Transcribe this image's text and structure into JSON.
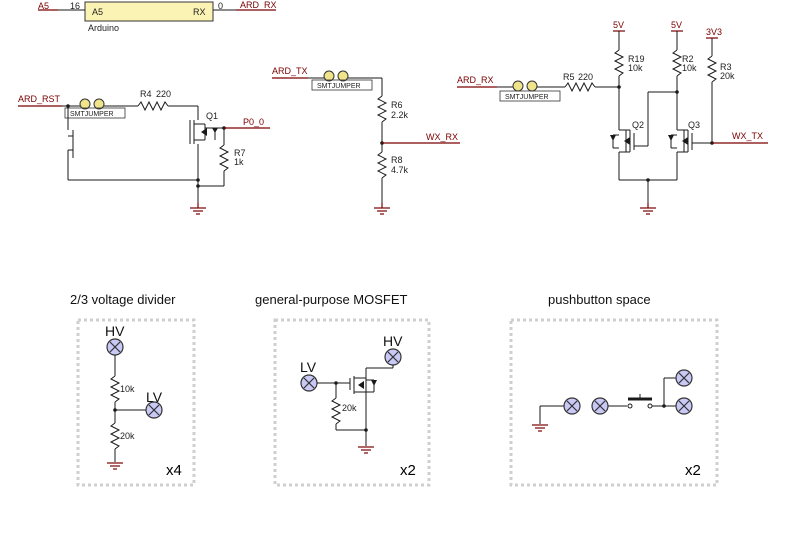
{
  "arduino": {
    "net_left": "A5",
    "pin_left": "16",
    "pin_label_left": "A5",
    "pin_label_right": "RX",
    "pin_right": "0",
    "net_right": "ARD_RX",
    "name": "Arduino"
  },
  "reset_circuit": {
    "net_in": "ARD_RST",
    "jumper": "SMTJUMPER",
    "resistor": "R4",
    "resistor_value": "220",
    "transistor": "Q1",
    "net_out": "P0_0",
    "pulldown": "R7",
    "pulldown_value": "1k"
  },
  "divider_circuit": {
    "net_in": "ARD_TX",
    "jumper": "SMTJUMPER",
    "r_top": "R6",
    "r_top_value": "2.2k",
    "net_out": "WX_RX",
    "r_bottom": "R8",
    "r_bottom_value": "4.7k"
  },
  "level_shifter": {
    "net_in": "ARD_RX",
    "jumper": "SMTJUMPER",
    "r_series": "R5",
    "r_series_value": "220",
    "supply1": "5V",
    "r19": "R19",
    "r19_value": "10k",
    "supply2": "5V",
    "r2": "R2",
    "r2_value": "10k",
    "supply3": "3V3",
    "r3": "R3",
    "r3_value": "20k",
    "q2": "Q2",
    "q3": "Q3",
    "net_out": "WX_TX"
  },
  "panels": [
    {
      "title": "2/3 voltage divider",
      "hv": "HV",
      "lv": "LV",
      "r_top": "10k",
      "r_bottom": "20k",
      "count": "x4"
    },
    {
      "title": "general-purpose MOSFET",
      "lv": "LV",
      "hv": "HV",
      "r": "20k",
      "count": "x2"
    },
    {
      "title": "pushbutton space",
      "count": "x2"
    }
  ],
  "colors": {
    "net": "#7a0000",
    "pad": "#efe48a",
    "terminal": "#c9c9f5"
  }
}
